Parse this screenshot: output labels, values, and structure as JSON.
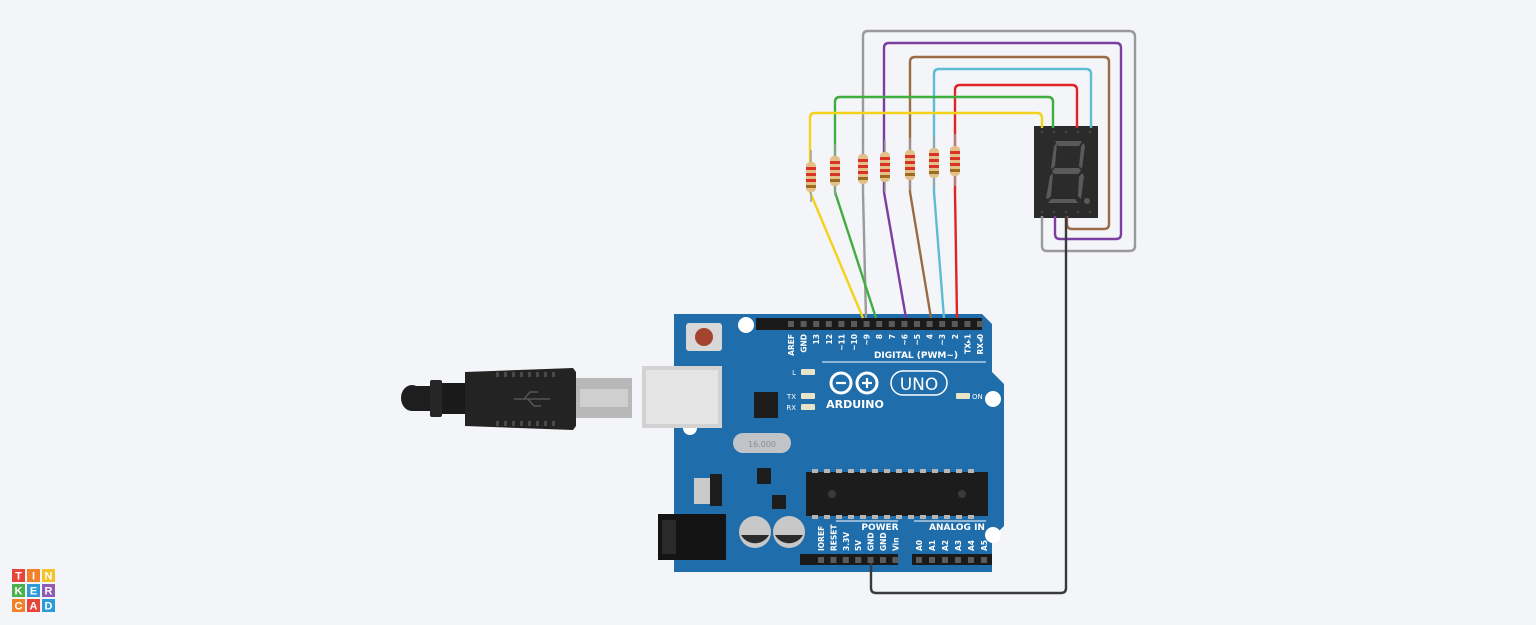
{
  "board": {
    "brand": "ARDUINO",
    "model": "UNO",
    "digital_header": "DIGITAL (PWM~)",
    "power_header": "POWER",
    "analog_header": "ANALOG IN",
    "on_label": "ON",
    "l_label": "L",
    "tx_label": "TX",
    "rx_label": "RX",
    "crystal_label": "16.000",
    "digital_pins": [
      "AREF",
      "GND",
      "13",
      "12",
      "~11",
      "~10",
      "~9",
      "8",
      "7",
      "~6",
      "~5",
      "4",
      "~3",
      "2",
      "TX▸1",
      "RX◂0"
    ],
    "power_pins": [
      "IOREF",
      "RESET",
      "3.3V",
      "5V",
      "GND",
      "GND",
      "Vin"
    ],
    "analog_pins": [
      "A0",
      "A1",
      "A2",
      "A3",
      "A4",
      "A5"
    ]
  },
  "display": {
    "digit": "8",
    "dot": "."
  },
  "logo": {
    "letters": [
      "T",
      "I",
      "N",
      "K",
      "E",
      "R",
      "C",
      "A",
      "D"
    ]
  },
  "colors": {
    "background": "#f3f5f8",
    "board": "#1f6dab",
    "wire_gray": "#9a9a9a",
    "wire_purple": "#7b3fa2",
    "wire_brown": "#9b6b44",
    "wire_cyan": "#5fbcd3",
    "wire_red": "#e02424",
    "wire_green": "#3fae3f",
    "wire_yellow": "#f2d21b",
    "wire_black": "#3a3a3a"
  }
}
